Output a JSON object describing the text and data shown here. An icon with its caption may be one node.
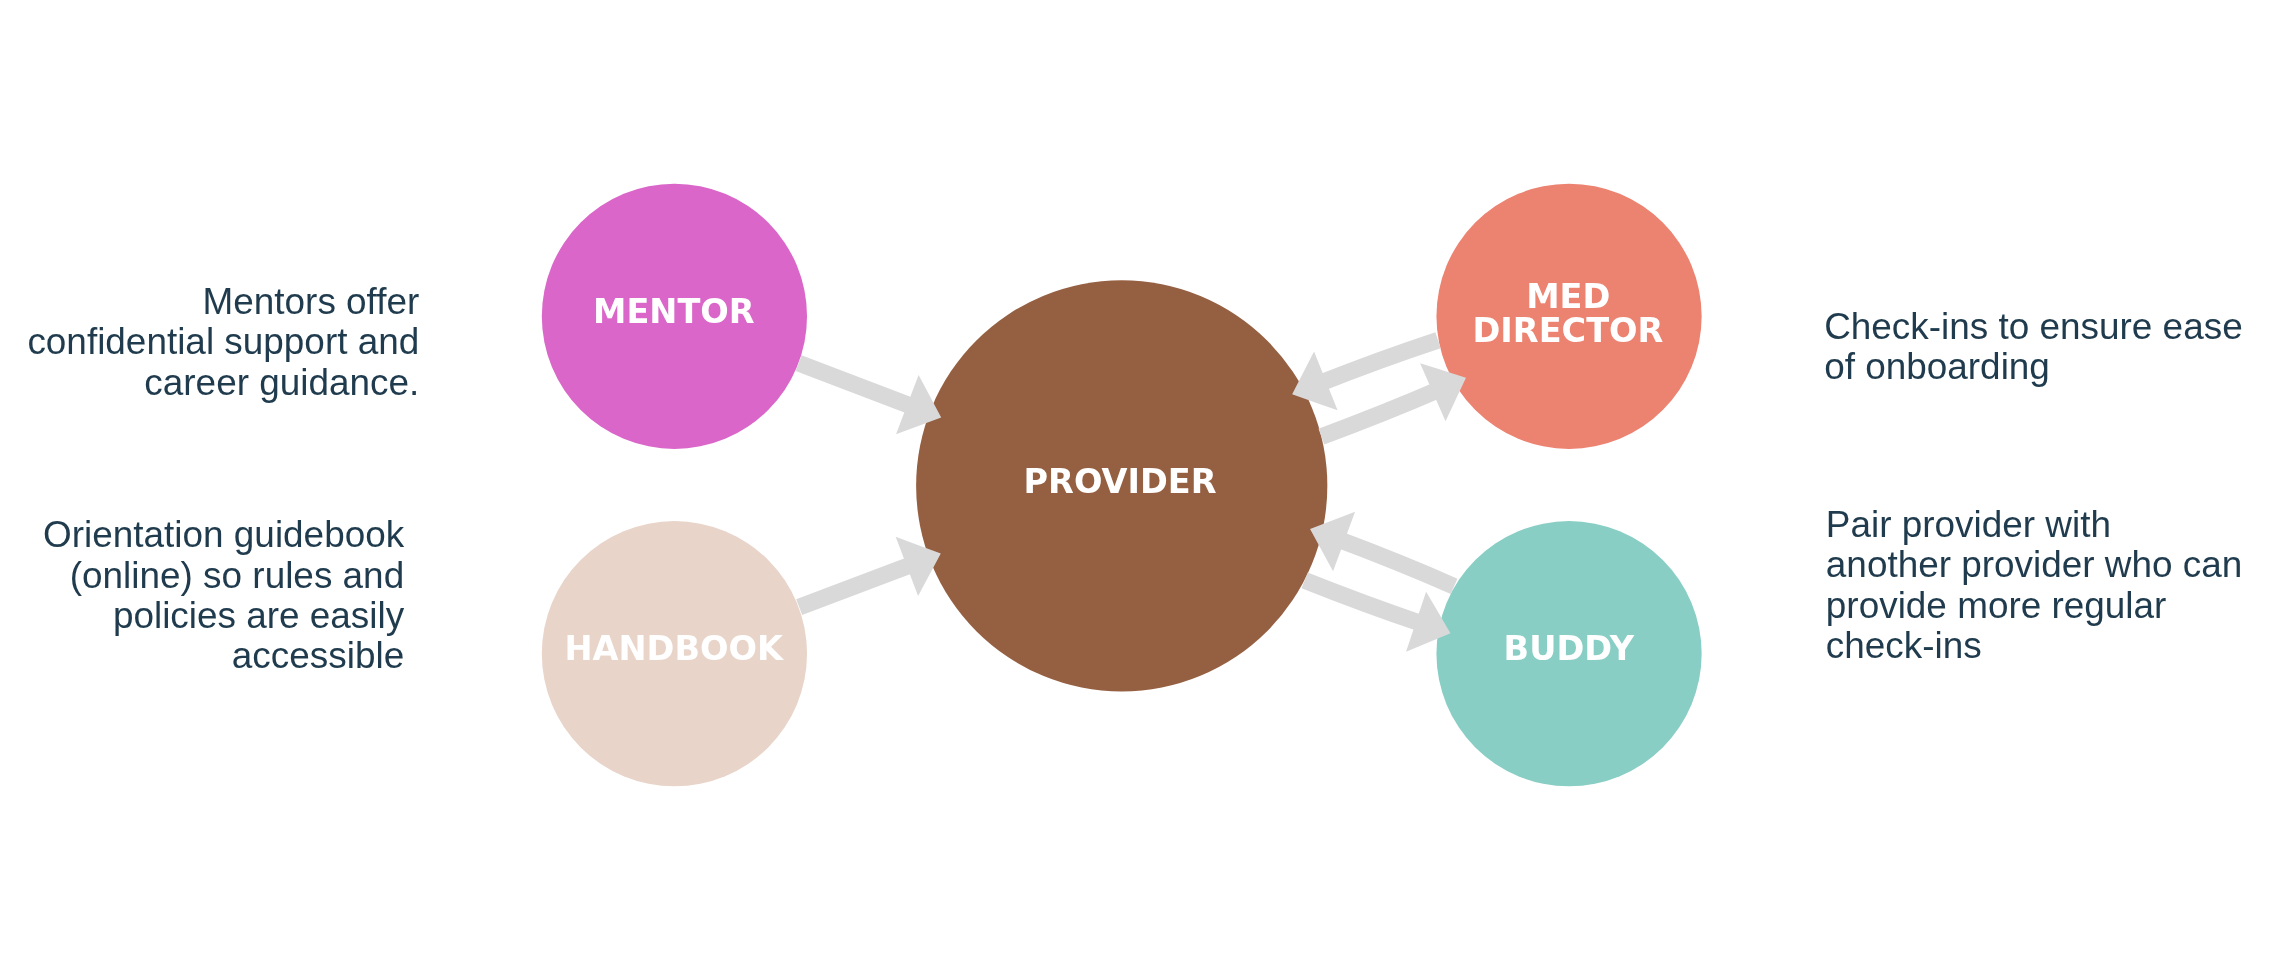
{
  "diagram": {
    "nodes": [
      {
        "text": [
          "MENTOR"
        ],
        "beside": [
          "Mentors offer confidential support and career guidance."
        ]
      },
      {
        "text": [
          "MED DIRECTOR"
        ],
        "beside": [
          "Check-ins to ensure ease of onboarding"
        ]
      },
      {
        "text": [
          "PROVIDER"
        ]
      },
      {
        "text": [
          "HANDBOOK"
        ],
        "beside": [
          "Orientation guidebook (online) so rules and policies are easily accessible"
        ]
      },
      {
        "text": [
          "BUDDY"
        ],
        "beside": [
          "Pair provider with another provider who can provide more regular check-ins"
        ]
      }
    ],
    "edges": [
      {
        "from": 0,
        "to": 2,
        "arrow": "to"
      },
      {
        "from": 1,
        "to": 2,
        "arrow": "to"
      },
      {
        "from": 2,
        "to": 1,
        "arrow": "to"
      },
      {
        "from": 3,
        "to": 2,
        "arrow": "to"
      },
      {
        "from": 4,
        "to": 2,
        "arrow": "to"
      },
      {
        "from": 2,
        "to": 4,
        "arrow": "to"
      }
    ]
  }
}
